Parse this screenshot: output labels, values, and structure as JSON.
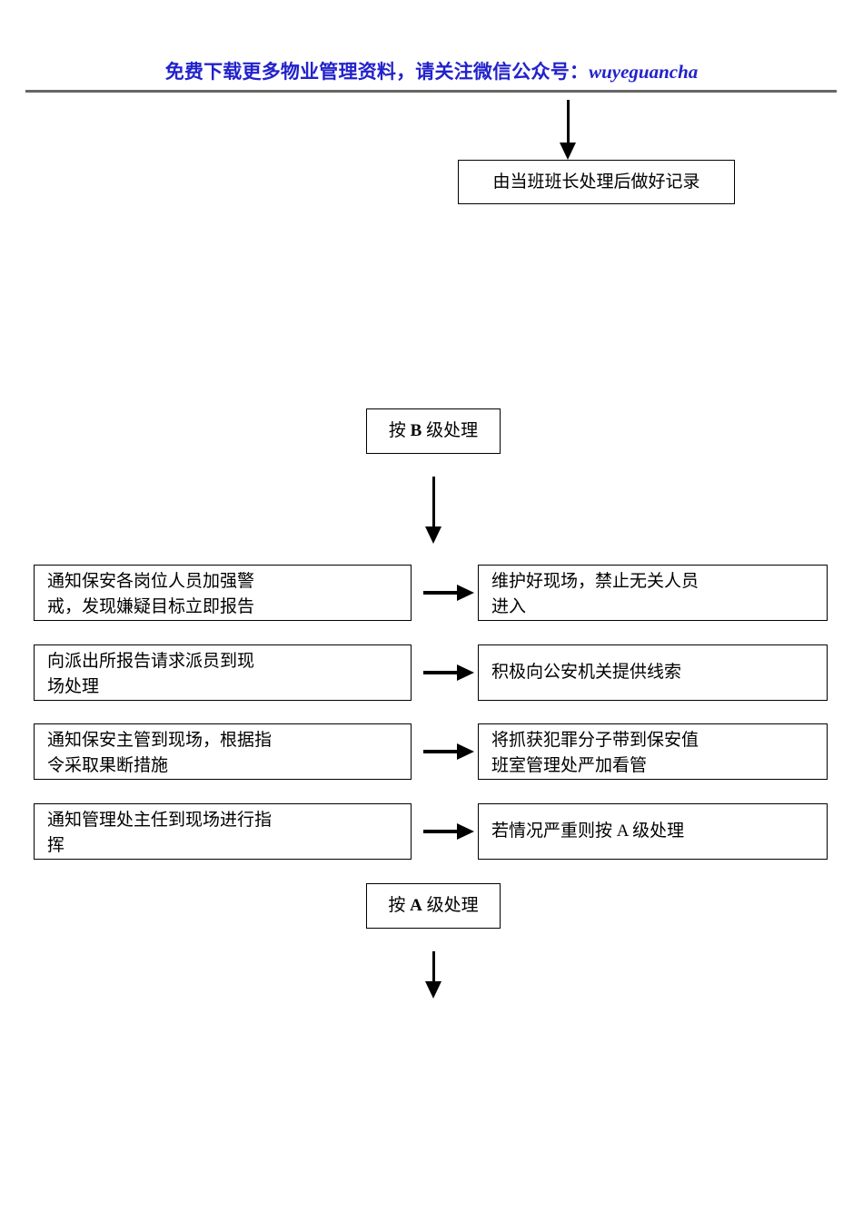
{
  "header": {
    "promo_text_cn": "免费下载更多物业管理资料，请关注微信公众号：",
    "promo_account": "wuyeguancha",
    "color": "#2222cc",
    "rule_color": "#666666"
  },
  "flow": {
    "top_box": {
      "text": "由当班班长处理后做好记录"
    },
    "grade_b_box": {
      "prefix": "按 ",
      "letter": "B",
      "suffix": " 级处理"
    },
    "grade_a_box": {
      "prefix": "按 ",
      "letter": "A",
      "suffix": " 级处理"
    },
    "rows": [
      {
        "left": {
          "line1": "通知保安各岗位人员加强警",
          "line2": "戒，发现嫌疑目标立即报告"
        },
        "right": {
          "line1": "维护好现场，禁止无关人员",
          "line2": "进入"
        },
        "arrow": "right-arrow"
      },
      {
        "left": {
          "line1": "向派出所报告请求派员到现",
          "line2": "场处理"
        },
        "right": {
          "line1": "积极向公安机关提供线索",
          "line2": ""
        },
        "arrow": "right-arrow"
      },
      {
        "left": {
          "line1": "通知保安主管到现场，根据指",
          "line2": "令采取果断措施"
        },
        "right": {
          "line1": "将抓获犯罪分子带到保安值",
          "line2": "班室管理处严加看管"
        },
        "arrow": "right-arrow"
      },
      {
        "left": {
          "line1": "通知管理处主任到现场进行指",
          "line2": "挥"
        },
        "right": {
          "line1": "若情况严重则按 A 级处理",
          "line2": ""
        },
        "arrow": "right-arrow"
      }
    ],
    "arrows": {
      "top_down": "down-arrow",
      "b_down": "down-arrow",
      "a_down": "down-arrow"
    }
  }
}
